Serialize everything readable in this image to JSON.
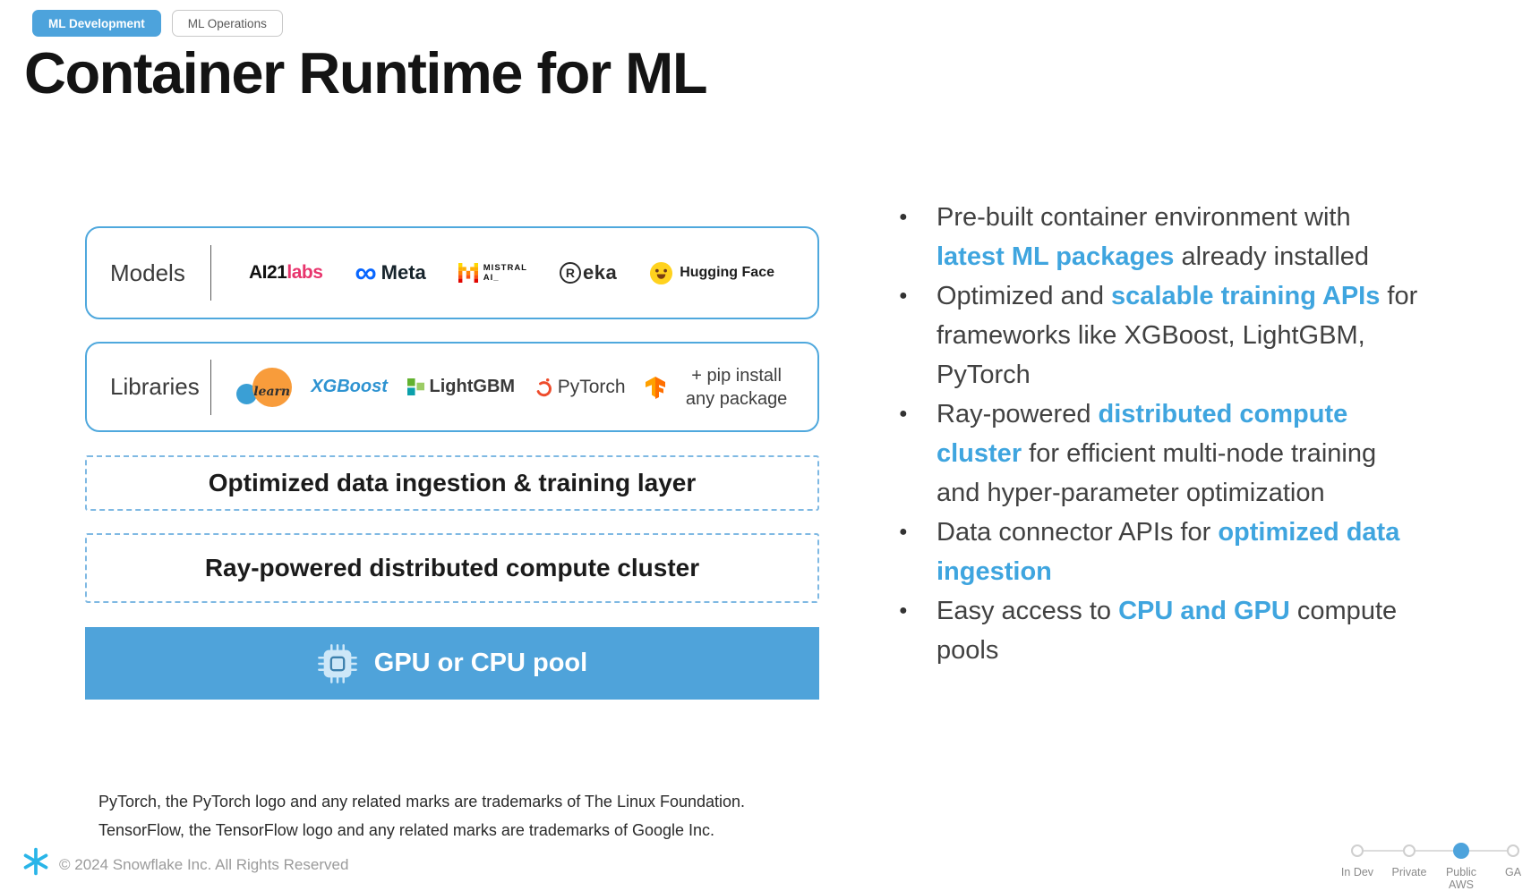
{
  "tabs": {
    "development": "ML Development",
    "operations": "ML Operations"
  },
  "title": "Container Runtime for ML",
  "diagram": {
    "models": {
      "label": "Models",
      "ai21_part1": "AI21",
      "ai21_part2": "labs",
      "meta_label": "Meta",
      "mistral_line1": "MISTRAL",
      "mistral_line2": "AI_",
      "reka_initial": "R",
      "reka_rest": "eka",
      "huggingface_label": "Hugging Face"
    },
    "libraries": {
      "label": "Libraries",
      "sklearn_label": "learn",
      "xgboost_label": "XGBoost",
      "lightgbm_label": "LightGBM",
      "pytorch_label": "PyTorch",
      "pip_line1": "+ pip install",
      "pip_line2": "any package"
    },
    "layer1": "Optimized data ingestion & training layer",
    "layer2": "Ray-powered distributed compute cluster",
    "pool_label": "GPU or CPU pool"
  },
  "bullets": [
    {
      "runs": [
        {
          "t": "Pre-built container environment with ",
          "hl": false
        },
        {
          "t": "latest ML packages",
          "hl": true
        },
        {
          "t": " already installed",
          "hl": false
        }
      ]
    },
    {
      "runs": [
        {
          "t": "Optimized and ",
          "hl": false
        },
        {
          "t": "scalable training APIs",
          "hl": true
        },
        {
          "t": " for frameworks like XGBoost, LightGBM, PyTorch",
          "hl": false
        }
      ]
    },
    {
      "runs": [
        {
          "t": "Ray-powered ",
          "hl": false
        },
        {
          "t": "distributed compute cluster",
          "hl": true
        },
        {
          "t": " for efficient multi-node training and hyper-parameter optimization",
          "hl": false
        }
      ]
    },
    {
      "runs": [
        {
          "t": "Data connector APIs for ",
          "hl": false
        },
        {
          "t": "optimized data ingestion",
          "hl": true
        }
      ]
    },
    {
      "runs": [
        {
          "t": "Easy access to ",
          "hl": false
        },
        {
          "t": "CPU and GPU",
          "hl": true
        },
        {
          "t": " compute pools",
          "hl": false
        }
      ]
    }
  ],
  "footnotes": [
    "PyTorch, the PyTorch logo and any related marks are trademarks of The Linux Foundation.",
    "TensorFlow, the TensorFlow logo and any related marks are trademarks of Google Inc.",
    "© 2024 Snowflake Inc. All Rights Reserved"
  ],
  "footer": {
    "copyright": "© 2024 Snowflake Inc. All Rights Reserved"
  },
  "tracker": {
    "stages": [
      "In Dev",
      "Private",
      "Public AWS",
      "GA"
    ],
    "active_stage": "Public AWS"
  },
  "colors": {
    "accent": "#4DA3DC",
    "highlight": "#3FA5DF",
    "snowflake_blue": "#29B5E8"
  }
}
